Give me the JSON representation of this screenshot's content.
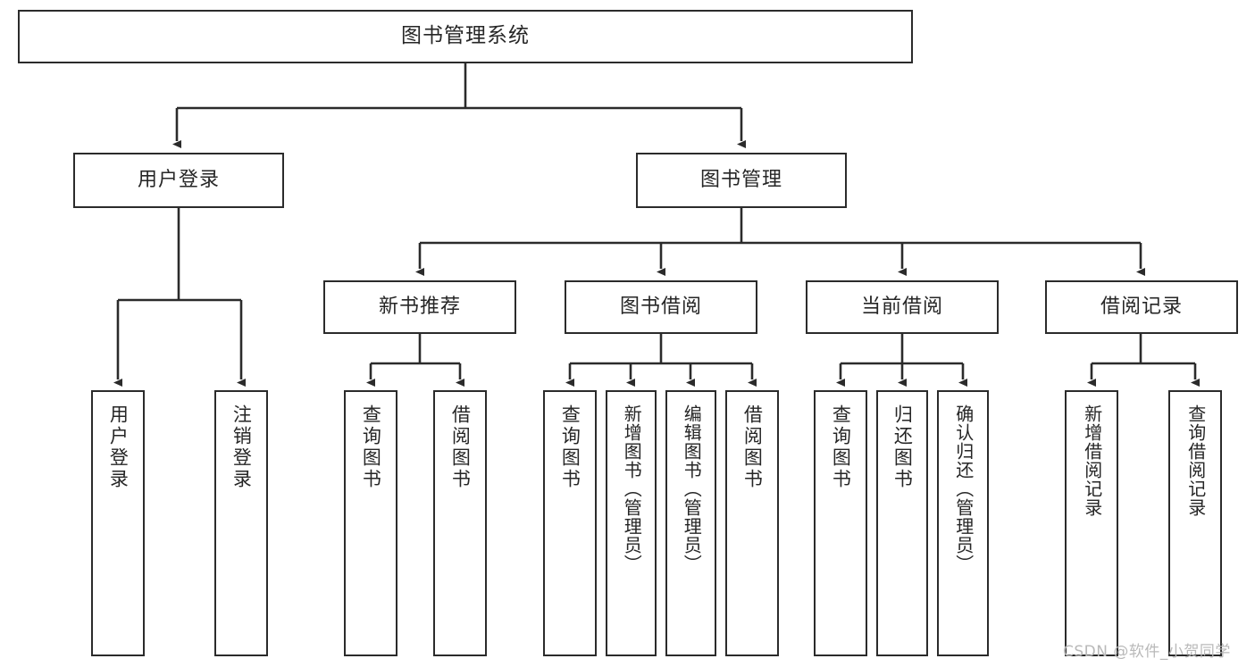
{
  "diagram": {
    "title": "图书管理系统",
    "type": "tree-hierarchy-chart",
    "orientation": "top-down",
    "colors": {
      "box_border": "#2b2b2b",
      "box_fill": "#ffffff",
      "connector": "#2b2b2b",
      "text": "#262626",
      "watermark": "#b9b9b9",
      "background": "#ffffff"
    },
    "levels": {
      "root": "图书管理系统",
      "level1": [
        "用户登录",
        "图书管理"
      ],
      "level2": [
        "新书推荐",
        "图书借阅",
        "当前借阅",
        "借阅记录"
      ]
    }
  },
  "nodes": {
    "root": {
      "label": "图书管理系统"
    },
    "user_login": {
      "label": "用户登录"
    },
    "book_manage": {
      "label": "图书管理"
    },
    "new_book_rec": {
      "label": "新书推荐"
    },
    "book_borrow": {
      "label": "图书借阅"
    },
    "current_borrow": {
      "label": "当前借阅"
    },
    "borrow_record": {
      "label": "借阅记录"
    },
    "leaf_user_login": {
      "label": "用户登录"
    },
    "leaf_logout": {
      "label": "注销登录"
    },
    "leaf_query_book_1": {
      "label": "查询图书"
    },
    "leaf_borrow_book_1": {
      "label": "借阅图书"
    },
    "leaf_query_book_2": {
      "label": "查询图书"
    },
    "leaf_add_book_admin": {
      "label": "新增图书（管理员）"
    },
    "leaf_edit_book_admin": {
      "label": "编辑图书（管理员）"
    },
    "leaf_borrow_book_2": {
      "label": "借阅图书"
    },
    "leaf_query_book_3": {
      "label": "查询图书"
    },
    "leaf_return_book": {
      "label": "归还图书"
    },
    "leaf_confirm_return_admin": {
      "label": "确认归还（管理员）"
    },
    "leaf_add_record": {
      "label": "新增借阅记录"
    },
    "leaf_query_record": {
      "label": "查询借阅记录"
    }
  },
  "watermark": {
    "text": "CSDN @软件_小贺同学"
  }
}
